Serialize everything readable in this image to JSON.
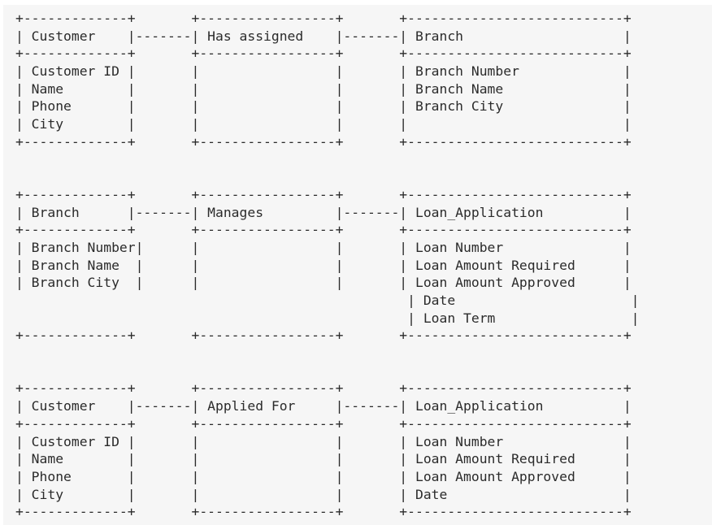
{
  "diagram": {
    "lines": [
      "+-------------+       +-----------------+       +---------------------------+",
      "| Customer    |-------| Has assigned    |-------| Branch                    |",
      "+-------------+       +-----------------+       +---------------------------+",
      "| Customer ID |       |                 |       | Branch Number             |",
      "| Name        |       |                 |       | Branch Name               |",
      "| Phone       |       |                 |       | Branch City               |",
      "| City        |       |                 |       |                           |",
      "+-------------+       +-----------------+       +---------------------------+",
      "",
      "",
      "+-------------+       +-----------------+       +---------------------------+",
      "| Branch      |-------| Manages         |-------| Loan_Application          |",
      "+-------------+       +-----------------+       +---------------------------+",
      "| Branch Number|      |                 |       | Loan Number               |",
      "| Branch Name  |      |                 |       | Loan Amount Required      |",
      "| Branch City  |      |                 |       | Loan Amount Approved      |",
      "                                                 | Date                      |",
      "                                                 | Loan Term                 |",
      "+-------------+       +-----------------+       +---------------------------+",
      "",
      "",
      "+-------------+       +-----------------+       +---------------------------+",
      "| Customer    |-------| Applied For     |-------| Loan_Application          |",
      "+-------------+       +-----------------+       +---------------------------+",
      "| Customer ID |       |                 |       | Loan Number               |",
      "| Name        |       |                 |       | Loan Amount Required      |",
      "| Phone       |       |                 |       | Loan Amount Approved      |",
      "| City        |       |                 |       | Date                      |",
      "+-------------+       +-----------------+       +---------------------------+"
    ]
  }
}
